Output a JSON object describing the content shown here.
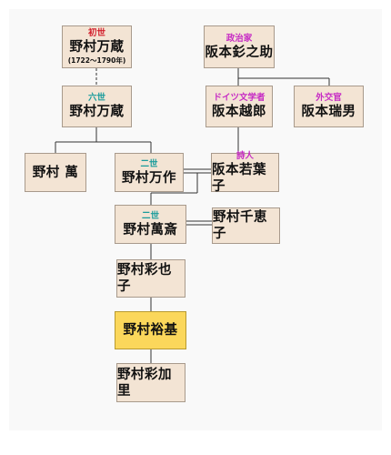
{
  "colors": {
    "box_fill": "#f3e4d4",
    "highlight_fill": "#fbd75b",
    "role_red": "#d21e2b",
    "role_teal": "#1a9c9c",
    "role_magenta": "#c62ac4",
    "line": "#333333"
  },
  "people": {
    "shodai": {
      "role": "初世",
      "name": "野村万蔵",
      "dates": "(1722〜1790年)"
    },
    "rokusei": {
      "role": "六世",
      "name": "野村万蔵"
    },
    "man": {
      "name": "野村 萬"
    },
    "mansaku": {
      "role": "二世",
      "name": "野村万作"
    },
    "mansai": {
      "role": "二世",
      "name": "野村萬斎"
    },
    "sayako": {
      "name": "野村彩也子"
    },
    "yuki": {
      "name": "野村裕基"
    },
    "sayakari": {
      "name": "野村彩加里"
    },
    "akinosuke": {
      "role": "政治家",
      "name": "阪本釤之助"
    },
    "etsuro": {
      "role": "ドイツ文学者",
      "name": "阪本越郎"
    },
    "mizuo": {
      "role": "外交官",
      "name": "阪本瑞男"
    },
    "wakabako": {
      "role": "詩人",
      "name": "阪本若葉子"
    },
    "chieko": {
      "name": "野村千恵子"
    }
  }
}
